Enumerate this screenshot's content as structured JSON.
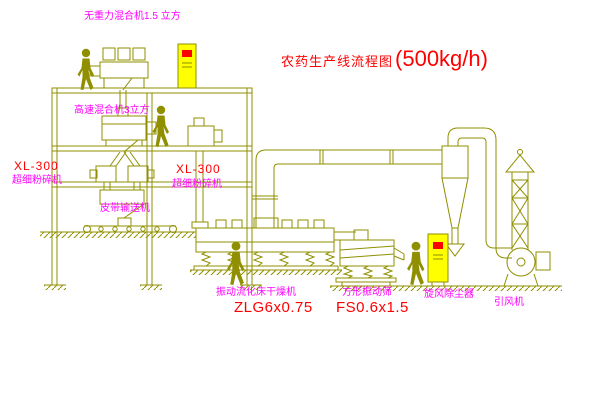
{
  "title": {
    "main": "农药生产线流程图",
    "capacity": "(500kg/h)"
  },
  "labels": {
    "mixer_top": "无重力混合机1.5 立方",
    "mixer_mid": "高速混合机3立方",
    "mill_left_model": "XL-300",
    "mill_left_name": "超细粉碎机",
    "mill_right_model": "XL-300",
    "mill_right_name": "超细粉碎机",
    "belt_conveyor": "皮带输送机",
    "dryer_name": "振动流化床干燥机",
    "dryer_model": "ZLG6x0.75",
    "screen_name": "方形振动筛",
    "screen_model": "FS0.6x1.5",
    "cyclone_name": "旋风除尘器",
    "fan_name": "引风机"
  },
  "colors": {
    "line": "#8f8f00",
    "label_magenta": "#ff00ff",
    "label_red": "#ff0000",
    "cabinet_yellow": "#ffff00",
    "background": "#ffffff"
  }
}
